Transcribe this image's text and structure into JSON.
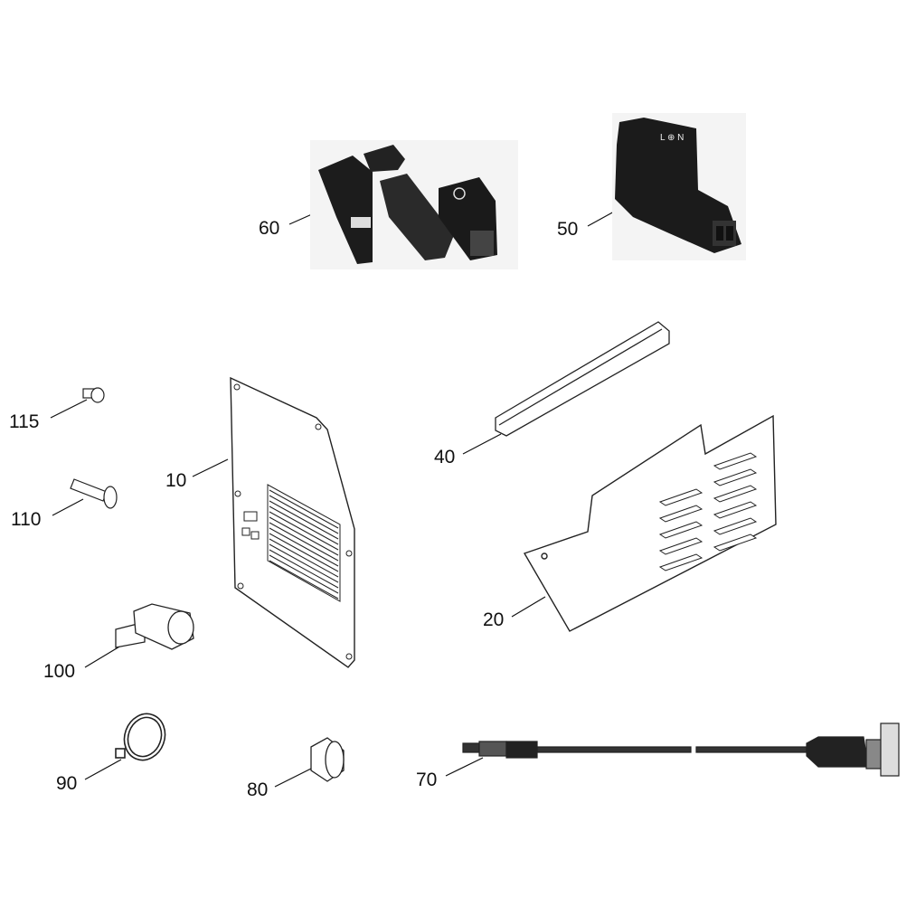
{
  "diagram": {
    "type": "exploded-parts-view",
    "parts": [
      {
        "id": "60",
        "label": "60"
      },
      {
        "id": "50",
        "label": "50"
      },
      {
        "id": "115",
        "label": "115"
      },
      {
        "id": "110",
        "label": "110"
      },
      {
        "id": "10",
        "label": "10"
      },
      {
        "id": "40",
        "label": "40"
      },
      {
        "id": "20",
        "label": "20"
      },
      {
        "id": "100",
        "label": "100"
      },
      {
        "id": "90",
        "label": "90"
      },
      {
        "id": "80",
        "label": "80"
      },
      {
        "id": "70",
        "label": "70"
      }
    ],
    "connector_marking": "L N"
  }
}
